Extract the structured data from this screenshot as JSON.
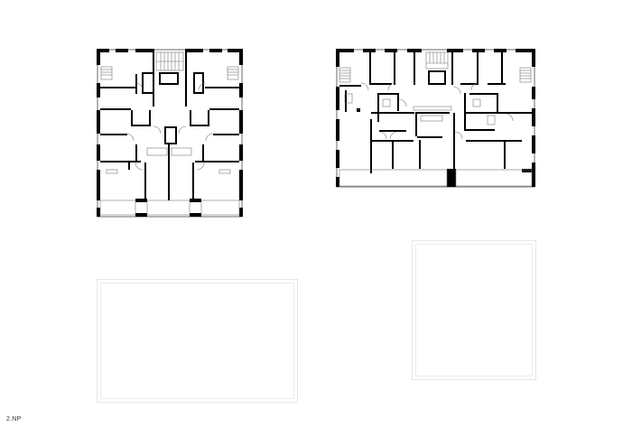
{
  "drawing": {
    "sheet_label": "2.NP",
    "type": "architectural floor plans",
    "colors": {
      "wall": "#000000",
      "thin_line": "#555555",
      "ghost_outline": "#e6e6e6",
      "background": "#ffffff"
    }
  },
  "plans": [
    {
      "id": "plan-a",
      "description": "Square apartment block floor plan, central stair core, 4 units, balconies at bottom"
    },
    {
      "id": "plan-b",
      "description": "Rectangular apartment block floor plan, central stair core, units on both sides, loggia strip at bottom"
    }
  ],
  "footprints": [
    {
      "id": "footprint-a",
      "description": "Empty outline of building footprint below plan A"
    },
    {
      "id": "footprint-b",
      "description": "Empty outline of building footprint below plan B"
    }
  ]
}
